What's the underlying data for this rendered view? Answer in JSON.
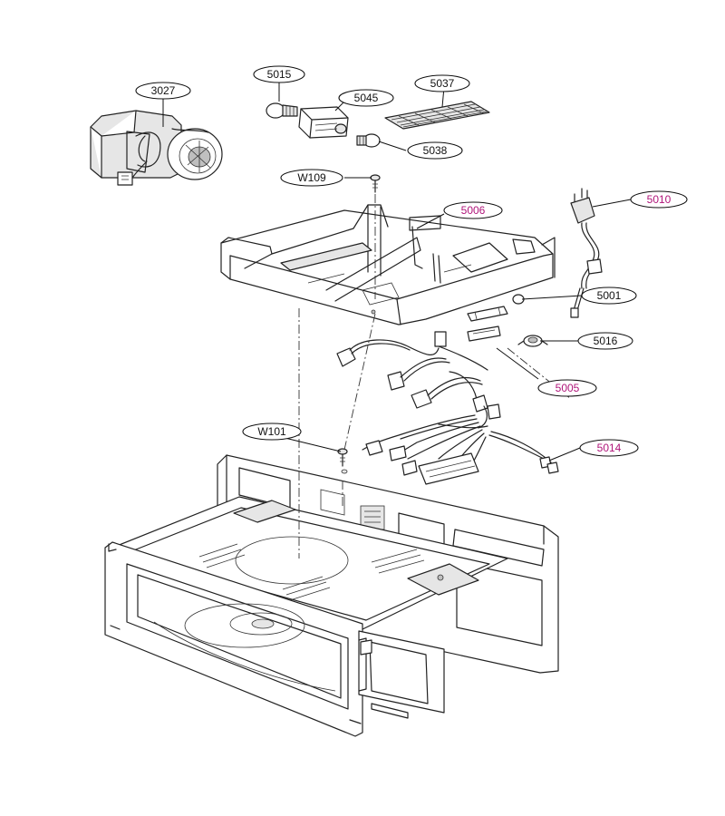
{
  "colors": {
    "line": "#222222",
    "label_normal": "#111111",
    "label_accent": "#b0157a"
  },
  "labels": {
    "p3027": {
      "text": "3027",
      "accent": false
    },
    "p5015": {
      "text": "5015",
      "accent": false
    },
    "p5045": {
      "text": "5045",
      "accent": false
    },
    "p5037": {
      "text": "5037",
      "accent": false
    },
    "p5038": {
      "text": "5038",
      "accent": false
    },
    "pW109": {
      "text": "W109",
      "accent": false
    },
    "p5006": {
      "text": "5006",
      "accent": true
    },
    "p5010": {
      "text": "5010",
      "accent": true
    },
    "p5001": {
      "text": "5001",
      "accent": false
    },
    "p5016": {
      "text": "5016",
      "accent": false
    },
    "p5005": {
      "text": "5005",
      "accent": true
    },
    "pW101": {
      "text": "W101",
      "accent": false
    },
    "p5014": {
      "text": "5014",
      "accent": true
    }
  }
}
